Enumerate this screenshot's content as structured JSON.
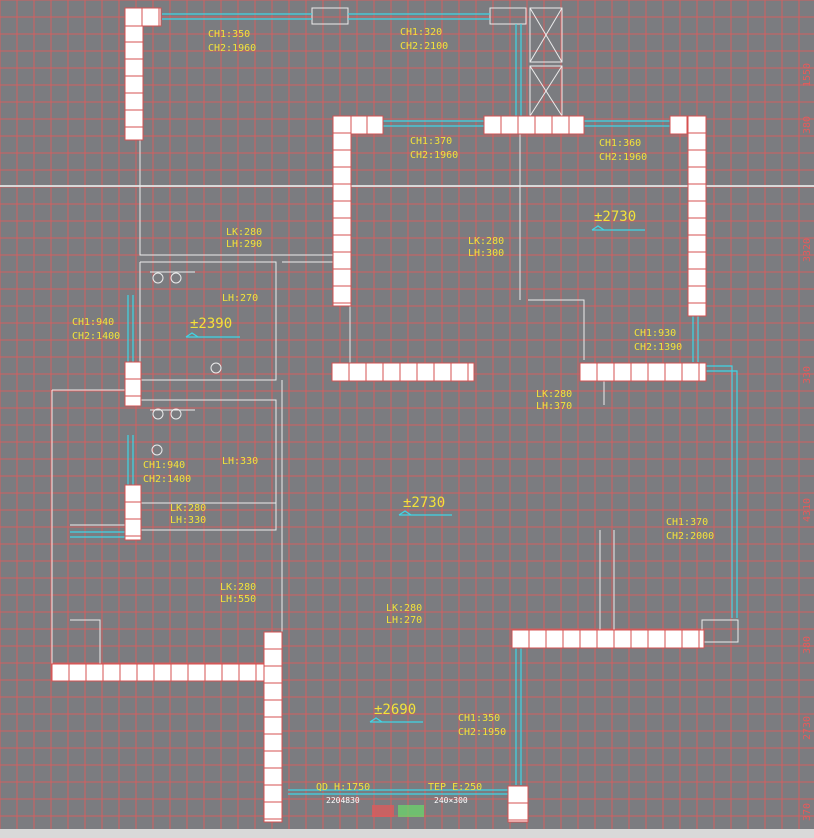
{
  "labels": {
    "t01a": "CH1:350",
    "t01b": "CH2:1960",
    "t02a": "CH1:320",
    "t02b": "CH2:2100",
    "t03a": "CH1:370",
    "t03b": "CH2:1960",
    "t04a": "CH1:360",
    "t04b": "CH2:1960",
    "t05a": "CH1:930",
    "t05b": "CH2:1390",
    "t06a": "CH1:940",
    "t06b": "CH2:1400",
    "t07a": "CH1:940",
    "t07b": "CH2:1400",
    "t08a": "CH1:370",
    "t08b": "CH2:2000",
    "t09a": "CH1:350",
    "t09b": "CH2:1950",
    "l01a": "LK:280",
    "l01b": "LH:290",
    "l02a": "LK:280",
    "l02b": "LH:300",
    "l03": "LH:270",
    "l04a": "LK:280",
    "l04b": "LH:370",
    "l05": "LH:330",
    "l06a": "LK:280",
    "l06b": "LH:330",
    "l07a": "LK:280",
    "l07b": "LH:550",
    "l08a": "LK:280",
    "l08b": "LH:270",
    "e01": "±2730",
    "e02": "±2390",
    "e03": "±2730",
    "e04": "±2690",
    "b01": "QD H:1750",
    "b02": "TEP E:250",
    "b03": "2204830",
    "b04": "240×300"
  },
  "dimensions": {
    "d1": "1550",
    "d2": "380",
    "d3": "3320",
    "d4": "330",
    "d5": "4310",
    "d6": "380",
    "d7": "2730",
    "d8": "370"
  },
  "colors": {
    "background": "#7b7c80",
    "grid": "#e05c5c",
    "wall_fill": "#ffffff",
    "window": "#3fd6e6",
    "annotation": "#f3e23a"
  }
}
